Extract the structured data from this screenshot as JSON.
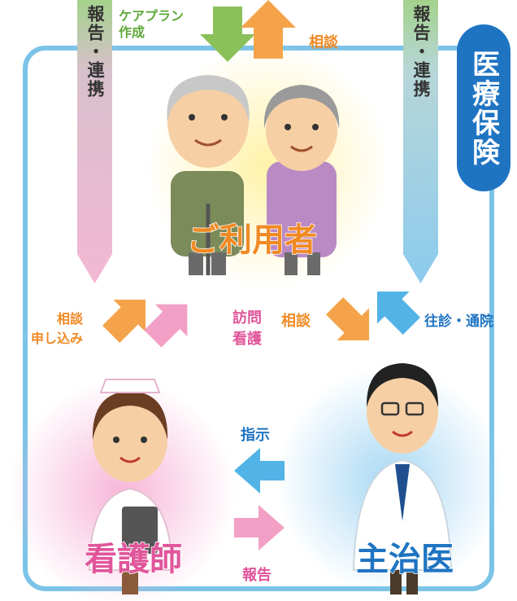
{
  "insurance_badge": "医療保険",
  "left_column_label": "報告・連携",
  "right_column_label": "報告・連携",
  "care_plan_label": "ケアプラン\n作成",
  "top_consult_label": "相談",
  "users_label": "ご利用者",
  "left_consult_label": "相談\n申し込み",
  "home_nursing_label": "訪問\n看護",
  "mid_consult_label": "相談",
  "visit_label": "往診・通院",
  "instruction_label": "指示",
  "report_label": "報告",
  "nurse_label": "看護師",
  "doctor_label": "主治医",
  "colors": {
    "frame": "#7cc3e8",
    "badge": "#1f74c2",
    "orange": "#f5a34a",
    "green": "#8cc15a",
    "pink": "#f2a0c6",
    "blue": "#52b3e6"
  }
}
